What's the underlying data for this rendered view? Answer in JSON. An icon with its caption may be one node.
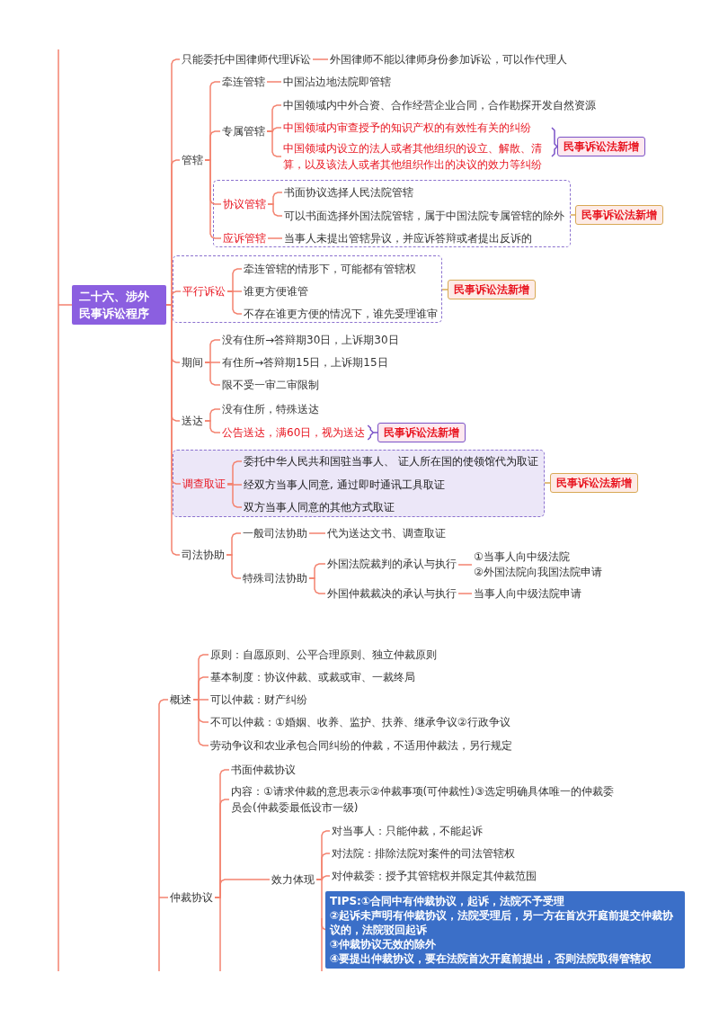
{
  "diagram": {
    "nodes": [
      {
        "text": [
          "二十六、涉外民事诉讼程序"
        ]
      },
      {
        "text": [
          "只能委托中国律师代理诉讼"
        ]
      },
      {
        "text": [
          "外国律师不能以律师身份参加诉讼，可以作代理人"
        ]
      },
      {
        "text": [
          "管辖"
        ]
      },
      {
        "text": [
          "牵连管辖"
        ]
      },
      {
        "text": [
          "中国沾边地法院即管辖"
        ]
      },
      {
        "text": [
          "专属管辖"
        ]
      },
      {
        "text": [
          "中国领域内中外合资、合作经营企业合同，合作勘探开发自然资源"
        ]
      },
      {
        "text": [
          "中国领域内审查授予的知识产权的有效性有关的纠纷"
        ]
      },
      {
        "text": [
          "中国领域内设立的法人或者其他组织的设立、解散、清算，以及该法人或者其他组织作出的决议的效力等纠纷"
        ]
      },
      {
        "text": [
          "民事诉讼法新增"
        ]
      },
      {
        "text": [],
        "shape": "box"
      },
      {
        "text": [
          "协议管辖"
        ],
        "in": 11
      },
      {
        "text": [
          "书面协议选择人民法院管辖"
        ],
        "in": 11
      },
      {
        "text": [
          "可以书面选择外国法院管辖，属于中国法院专属管辖的除外"
        ],
        "in": 11
      },
      {
        "text": [
          "应诉管辖"
        ],
        "in": 11
      },
      {
        "text": [
          "当事人未提出管辖异议，并应诉答辩或者提出反诉的"
        ],
        "in": 11
      },
      {
        "text": [
          "民事诉讼法新增"
        ]
      },
      {
        "text": [],
        "shape": "box"
      },
      {
        "text": [
          "平行诉讼"
        ],
        "in": 18
      },
      {
        "text": [
          "牵连管辖的情形下，可能都有管辖权"
        ],
        "in": 18
      },
      {
        "text": [
          "谁更方便谁管"
        ],
        "in": 18
      },
      {
        "text": [
          "不存在谁更方便的情况下，谁先受理谁审"
        ],
        "in": 18
      },
      {
        "text": [
          "民事诉讼法新增"
        ]
      },
      {
        "text": [
          "期间"
        ]
      },
      {
        "text": [
          "没有住所→答辩期30日，上诉期30日"
        ]
      },
      {
        "text": [
          "有住所→答辩期15日，上诉期15日"
        ]
      },
      {
        "text": [
          "限不受一审二审限制"
        ]
      },
      {
        "text": [
          "送达"
        ]
      },
      {
        "text": [
          "没有住所，特殊送达"
        ]
      },
      {
        "text": [
          "公告送达，满60日，视为送达"
        ]
      },
      {
        "text": [
          "民事诉讼法新增"
        ]
      },
      {
        "text": [],
        "shape": "box"
      },
      {
        "text": [
          "调查取证"
        ],
        "in": 32
      },
      {
        "text": [
          "委托中华人民共和国驻当事人、 证人所在国的使领馆代为取证"
        ],
        "in": 32
      },
      {
        "text": [
          "经双方当事人同意, 通过即时通讯工具取证"
        ],
        "in": 32
      },
      {
        "text": [
          "双方当事人同意的其他方式取证"
        ],
        "in": 32
      },
      {
        "text": [
          "民事诉讼法新增"
        ]
      },
      {
        "text": [
          "司法协助"
        ]
      },
      {
        "text": [
          "一般司法协助"
        ]
      },
      {
        "text": [
          "代为送达文书、调查取证"
        ]
      },
      {
        "text": [
          "特殊司法协助"
        ]
      },
      {
        "text": [
          "外国法院裁判的承认与执行"
        ]
      },
      {
        "text": [
          "①当事人向中级法院",
          "②外国法院向我国法院申请"
        ]
      },
      {
        "text": [
          "外国仲裁裁决的承认与执行"
        ]
      },
      {
        "text": [
          "当事人向中级法院申请"
        ]
      },
      {
        "text": [
          "概述"
        ]
      },
      {
        "text": [
          "原则：自愿原则、公平合理原则、独立仲裁原则"
        ]
      },
      {
        "text": [
          "基本制度：协议仲裁、或裁或审、一裁终局"
        ]
      },
      {
        "text": [
          "可以仲裁：财产纠纷"
        ]
      },
      {
        "text": [
          "不可以仲裁：①婚姻、收养、监护、扶养、继承争议②行政争议"
        ]
      },
      {
        "text": [
          "劳动争议和农业承包合同纠纷的仲裁，不适用仲裁法，另行规定"
        ]
      },
      {
        "text": [
          "仲裁协议"
        ]
      },
      {
        "text": [
          "书面仲裁协议"
        ]
      },
      {
        "text": [
          "内容：①请求仲裁的意思表示②仲裁事项(可仲裁性)③选定明确具体唯一的仲裁委员会(仲裁委最低设市一级)"
        ]
      },
      {
        "text": [
          "效力体现"
        ]
      },
      {
        "text": [
          "对当事人：只能仲裁，不能起诉"
        ]
      },
      {
        "text": [
          "对法院：排除法院对案件的司法管辖权"
        ]
      },
      {
        "text": [
          "对仲裁委：授予其管辖权并限定其仲裁范围"
        ]
      },
      {
        "text": [
          "TIPS:①合同中有仲裁协议，起诉，法院不予受理",
          "②起诉未声明有仲裁协议，法院受理后，另一方在首次开庭前提交仲裁协议的，法院驳回起诉",
          "③仲裁协议无效的除外",
          "④要提出仲裁协议，要在法院首次开庭前提出，否则法院取得管辖权"
        ]
      }
    ],
    "edges": [
      {
        "from": null,
        "to": 0,
        "arrow": "none"
      },
      {
        "from": 0,
        "to": 1,
        "arrow": "none"
      },
      {
        "from": 1,
        "to": 2,
        "arrow": "none"
      },
      {
        "from": 0,
        "to": 3,
        "arrow": "none"
      },
      {
        "from": 3,
        "to": 4,
        "arrow": "none"
      },
      {
        "from": 4,
        "to": 5,
        "arrow": "none"
      },
      {
        "from": 3,
        "to": 6,
        "arrow": "none"
      },
      {
        "from": 6,
        "to": 7,
        "arrow": "none"
      },
      {
        "from": 6,
        "to": 8,
        "arrow": "none"
      },
      {
        "from": 6,
        "to": 9,
        "arrow": "none"
      },
      {
        "from": 8,
        "to": 10,
        "arrow": "none",
        "color": "#7a52c7"
      },
      {
        "from": 9,
        "to": 10,
        "arrow": "none",
        "color": "#7a52c7"
      },
      {
        "from": 3,
        "to": 12,
        "arrow": "none"
      },
      {
        "from": 12,
        "to": 13,
        "arrow": "none"
      },
      {
        "from": 12,
        "to": 14,
        "arrow": "none"
      },
      {
        "from": 3,
        "to": 15,
        "arrow": "none"
      },
      {
        "from": 15,
        "to": 16,
        "arrow": "none"
      },
      {
        "from": 11,
        "to": 17,
        "arrow": "none",
        "color": "#d8a955"
      },
      {
        "from": 0,
        "to": 19,
        "arrow": "none"
      },
      {
        "from": 19,
        "to": 20,
        "arrow": "none"
      },
      {
        "from": 19,
        "to": 21,
        "arrow": "none"
      },
      {
        "from": 19,
        "to": 22,
        "arrow": "none"
      },
      {
        "from": 18,
        "to": 23,
        "arrow": "none",
        "color": "#d8a955"
      },
      {
        "from": 0,
        "to": 24,
        "arrow": "none"
      },
      {
        "from": 24,
        "to": 25,
        "arrow": "none"
      },
      {
        "from": 24,
        "to": 26,
        "arrow": "none"
      },
      {
        "from": 24,
        "to": 27,
        "arrow": "none"
      },
      {
        "from": 0,
        "to": 28,
        "arrow": "none"
      },
      {
        "from": 28,
        "to": 29,
        "arrow": "none"
      },
      {
        "from": 28,
        "to": 30,
        "arrow": "none"
      },
      {
        "from": 30,
        "to": 31,
        "arrow": "none",
        "color": "#7a52c7"
      },
      {
        "from": 0,
        "to": 33,
        "arrow": "none"
      },
      {
        "from": 33,
        "to": 34,
        "arrow": "none"
      },
      {
        "from": 33,
        "to": 35,
        "arrow": "none"
      },
      {
        "from": 33,
        "to": 36,
        "arrow": "none"
      },
      {
        "from": 32,
        "to": 37,
        "arrow": "none",
        "color": "#d8a955"
      },
      {
        "from": 0,
        "to": 38,
        "arrow": "none"
      },
      {
        "from": 38,
        "to": 39,
        "arrow": "none"
      },
      {
        "from": 39,
        "to": 40,
        "arrow": "none"
      },
      {
        "from": 38,
        "to": 41,
        "arrow": "none"
      },
      {
        "from": 41,
        "to": 42,
        "arrow": "none"
      },
      {
        "from": 42,
        "to": 43,
        "arrow": "none"
      },
      {
        "from": 41,
        "to": 44,
        "arrow": "none"
      },
      {
        "from": 44,
        "to": 45,
        "arrow": "none"
      },
      {
        "from": null,
        "to": 46,
        "arrow": "none"
      },
      {
        "from": 46,
        "to": 47,
        "arrow": "none"
      },
      {
        "from": 46,
        "to": 48,
        "arrow": "none"
      },
      {
        "from": 46,
        "to": 49,
        "arrow": "none"
      },
      {
        "from": 46,
        "to": 50,
        "arrow": "none"
      },
      {
        "from": 46,
        "to": 51,
        "arrow": "none"
      },
      {
        "from": null,
        "to": 52,
        "arrow": "none"
      },
      {
        "from": 52,
        "to": 53,
        "arrow": "none"
      },
      {
        "from": 52,
        "to": 54,
        "arrow": "none"
      },
      {
        "from": 52,
        "to": 55,
        "arrow": "none"
      },
      {
        "from": 55,
        "to": 56,
        "arrow": "none"
      },
      {
        "from": 55,
        "to": 57,
        "arrow": "none"
      },
      {
        "from": 55,
        "to": 58,
        "arrow": "none"
      },
      {
        "from": 55,
        "to": 59,
        "arrow": "none"
      }
    ]
  }
}
